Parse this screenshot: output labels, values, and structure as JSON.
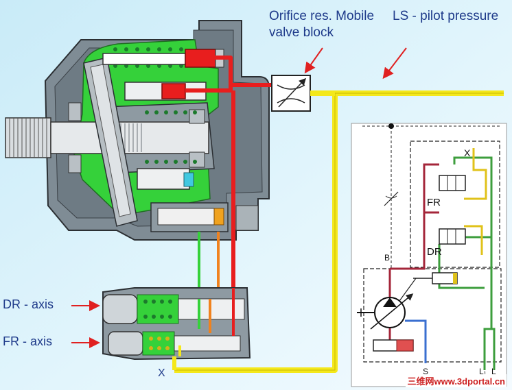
{
  "labels": {
    "orifice_line1": "Orifice res. Mobile",
    "orifice_line2": "valve block",
    "ls_pilot": "LS - pilot pressure",
    "dr_axis": "DR - axis",
    "fr_axis": "FR - axis",
    "port_x": "X"
  },
  "schematic": {
    "port_x": "X",
    "fr": "FR",
    "dr": "DR",
    "port_b": "B",
    "port_s": "S",
    "port_l1": "L₁",
    "port_l": "L"
  },
  "watermark": "三维网www.3dportal.cn",
  "colors": {
    "background": "#d6f0fb",
    "housing": "#7f8c95",
    "oil_green": "#35d13a",
    "pressure_red": "#e81e1e",
    "ls_yellow": "#f4e81b",
    "label_blue": "#1e3a8a",
    "arrow_red": "#e02020",
    "schematic_maroon": "#a4263a",
    "schematic_green": "#3d9e3d",
    "schematic_blue": "#3a6fd0"
  }
}
